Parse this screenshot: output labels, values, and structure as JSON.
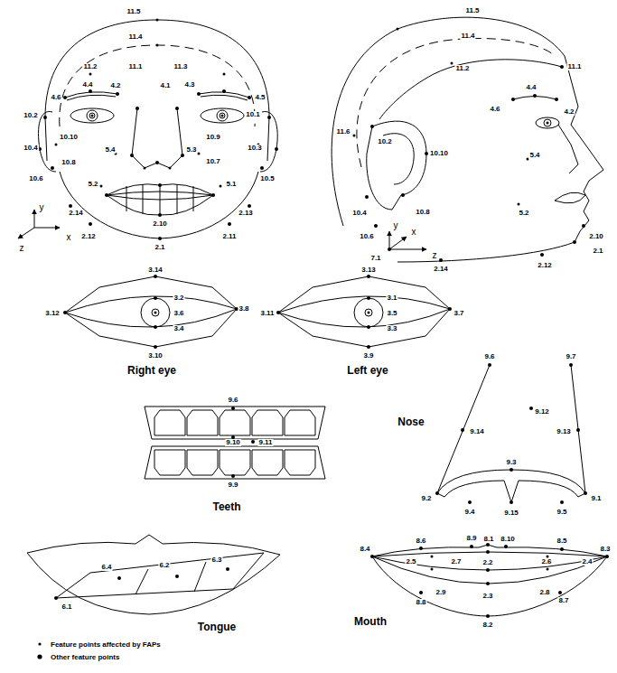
{
  "diagram": {
    "labels": [
      "11.5",
      "11.4",
      "11.2",
      "11.1",
      "11.3",
      "4.4",
      "4.2",
      "4.1",
      "4.3",
      "4.6",
      "4.5",
      "10.2",
      "10.1",
      "10.10",
      "10.9",
      "10.4",
      "10.3",
      "5.4",
      "5.3",
      "10.8",
      "10.7",
      "10.6",
      "10.5",
      "5.2",
      "5.1",
      "2.14",
      "2.13",
      "2.10",
      "2.12",
      "2.11",
      "2.1",
      "y",
      "x",
      "z",
      "11.5",
      "11.4",
      "11.2",
      "11.1",
      "4.4",
      "4.6",
      "4.2",
      "11.6",
      "10.2",
      "10.10",
      "5.4",
      "10.4",
      "10.8",
      "5.2",
      "10.6",
      "7.1",
      "y",
      "x",
      "z",
      "2.10",
      "2.1",
      "2.14",
      "2.12",
      "3.14",
      "3.2",
      "3.12",
      "3.6",
      "3.8",
      "3.4",
      "3.10",
      "Right eye",
      "3.13",
      "3.1",
      "3.11",
      "3.5",
      "3.7",
      "3.3",
      "3.9",
      "Left eye",
      "9.6",
      "9.10",
      "9.11",
      "9.9",
      "Teeth",
      "9.6",
      "9.7",
      "Nose",
      "9.12",
      "9.14",
      "9.13",
      "9.3",
      "9.2",
      "9.1",
      "9.4",
      "9.15",
      "9.5",
      "6.4",
      "6.2",
      "6.3",
      "6.1",
      "Tongue",
      "8.4",
      "8.6",
      "8.9",
      "8.1",
      "8.10",
      "8.5",
      "8.3",
      "2.5",
      "2.7",
      "2.2",
      "2.6",
      "2.4",
      "2.9",
      "2.3",
      "2.8",
      "8.8",
      "8.7",
      "8.2",
      "Mouth"
    ],
    "legend": [
      {
        "text": "Feature points affected by FAPs"
      },
      {
        "text": "Other feature points"
      }
    ]
  }
}
